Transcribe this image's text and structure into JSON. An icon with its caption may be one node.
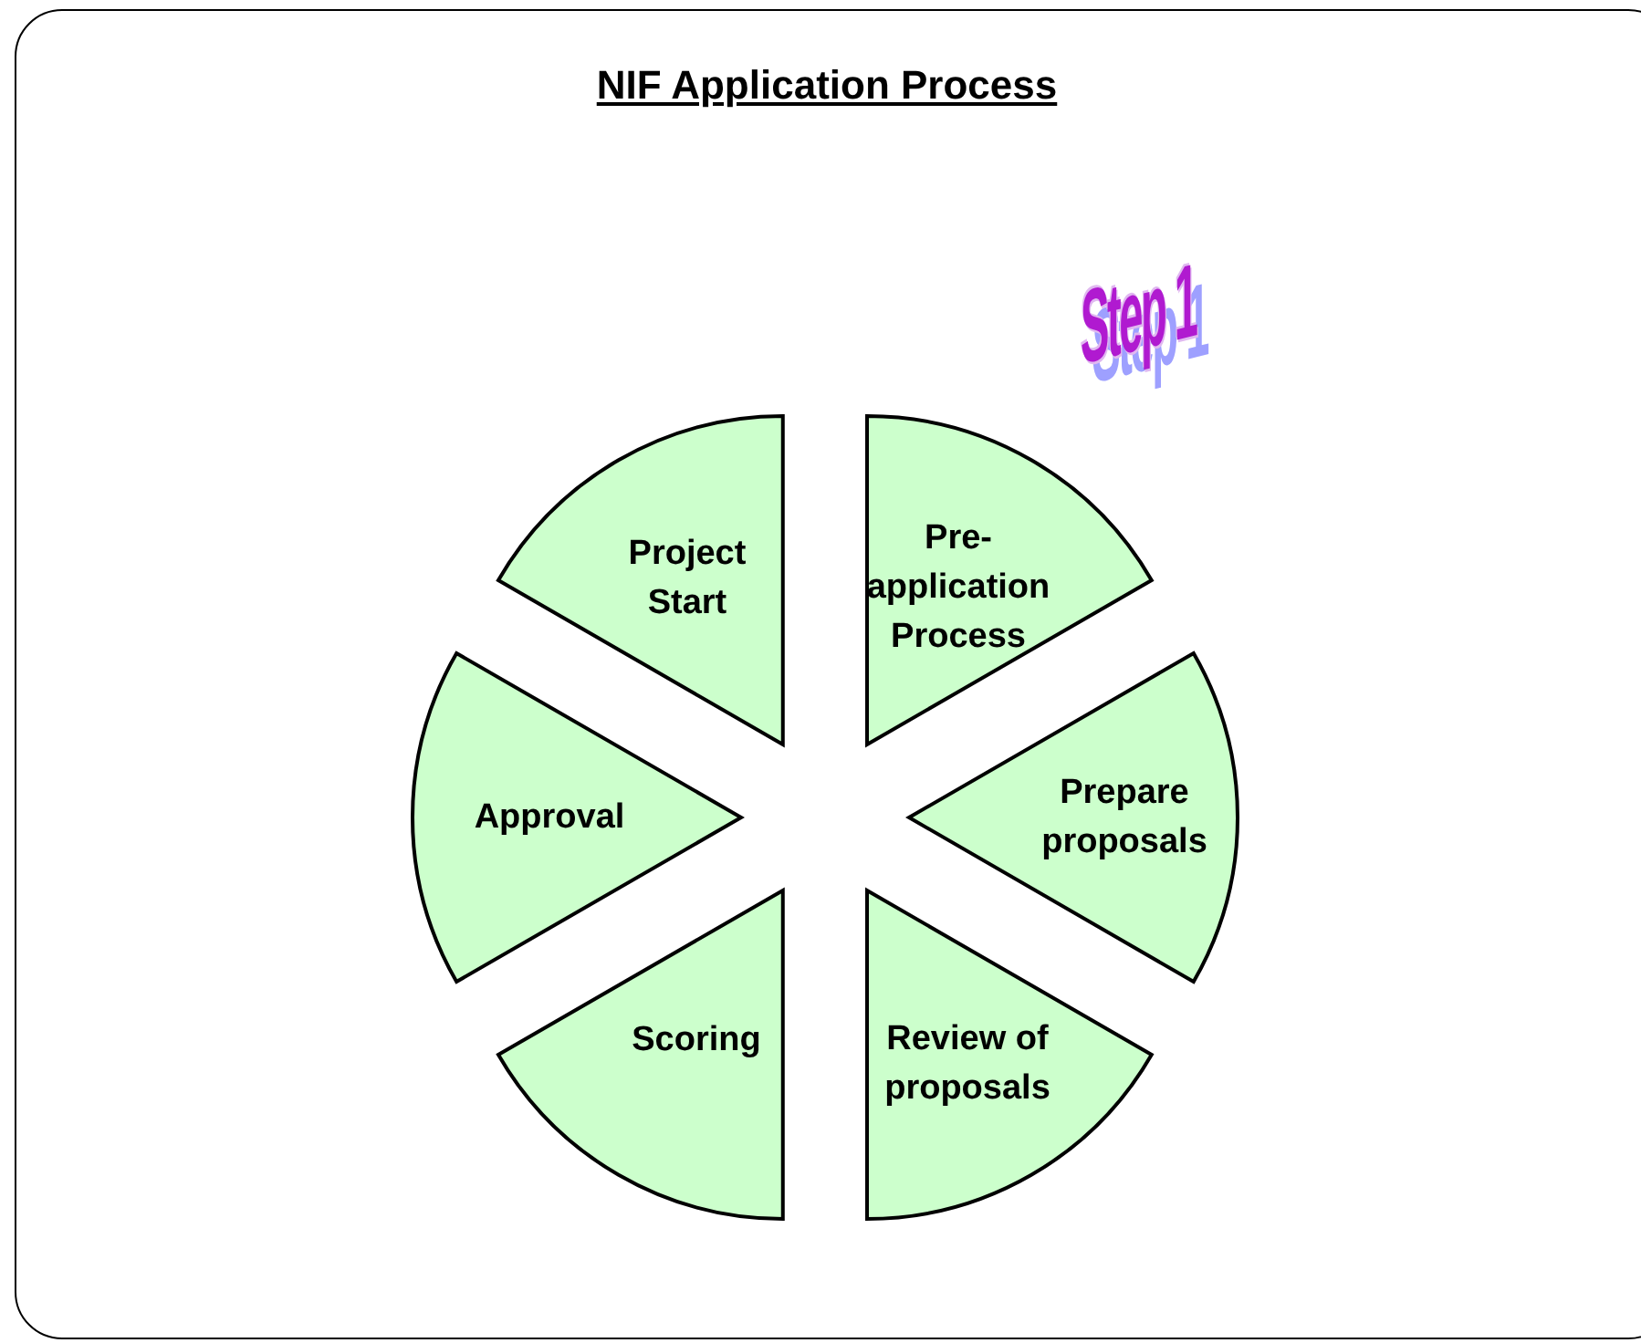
{
  "diagram": {
    "title": "NIF Application Process",
    "nodes": [
      {
        "text": [
          "Project Start"
        ]
      },
      {
        "text": [
          "Pre-application Process"
        ]
      },
      {
        "text": [
          "Prepare proposals"
        ]
      },
      {
        "text": [
          "Review of proposals"
        ]
      },
      {
        "text": [
          "Scoring"
        ]
      },
      {
        "text": [
          "Approval"
        ]
      }
    ],
    "labels": [
      "Step 1"
    ]
  }
}
